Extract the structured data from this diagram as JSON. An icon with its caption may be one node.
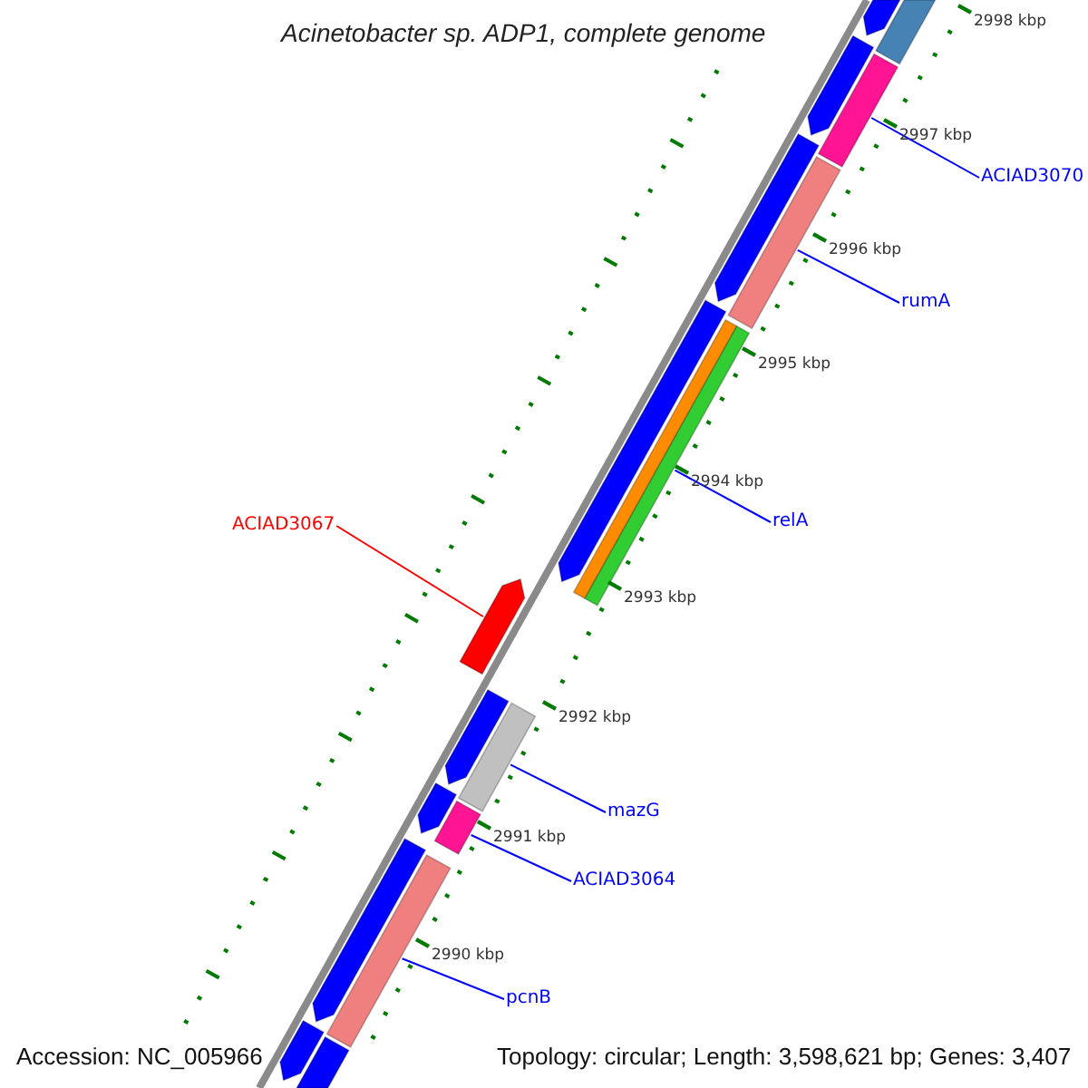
{
  "diagram": {
    "title": "Acinetobacter sp. ADP1, complete genome",
    "nodes": [
      {
        "text": [
          "ACIAD3070"
        ]
      },
      {
        "text": [],
        "shape": "bar"
      },
      {
        "text": [
          "rumA"
        ]
      },
      {
        "text": [],
        "shape": "bar"
      },
      {
        "text": [
          "relA"
        ]
      },
      {
        "text": [],
        "shape": "bar"
      },
      {
        "text": [
          "ACIAD3067"
        ]
      },
      {
        "text": [],
        "shape": "bar"
      },
      {
        "text": [
          "mazG"
        ]
      },
      {
        "text": [],
        "shape": "bar"
      },
      {
        "text": [
          "ACIAD3064"
        ]
      },
      {
        "text": [],
        "shape": "bar"
      },
      {
        "text": [
          "pcnB"
        ]
      },
      {
        "text": [],
        "shape": "bar"
      },
      {
        "text": [],
        "shape": "bar"
      },
      {
        "text": [],
        "shape": "bar"
      },
      {
        "text": [],
        "shape": "bar"
      },
      {
        "text": [],
        "shape": "bar"
      },
      {
        "text": [],
        "shape": "bar"
      },
      {
        "text": [],
        "shape": "bar"
      },
      {
        "text": [],
        "shape": "bar"
      },
      {
        "text": [],
        "shape": "bar"
      },
      {
        "text": [],
        "shape": "bar"
      },
      {
        "text": [],
        "shape": "bar"
      },
      {
        "text": [],
        "shape": "bar"
      }
    ],
    "edges": [
      {
        "from": 0,
        "to": 1,
        "arrow": "none"
      },
      {
        "from": 2,
        "to": 3,
        "arrow": "none"
      },
      {
        "from": 4,
        "to": 5,
        "arrow": "none"
      },
      {
        "from": 6,
        "to": 7,
        "arrow": "none",
        "color": "#ff0000"
      },
      {
        "from": 8,
        "to": 9,
        "arrow": "none"
      },
      {
        "from": 10,
        "to": 11,
        "arrow": "none"
      },
      {
        "from": 12,
        "to": 13,
        "arrow": "none"
      }
    ],
    "labels": [
      "2998 kbp",
      "2997 kbp",
      "2996 kbp",
      "2995 kbp",
      "2994 kbp",
      "2993 kbp",
      "2992 kbp",
      "2991 kbp",
      "2990 kbp",
      "Accession: NC_005966",
      "Topology: circular; Length: 3,598,621 bp; Genes: 3,407"
    ]
  }
}
